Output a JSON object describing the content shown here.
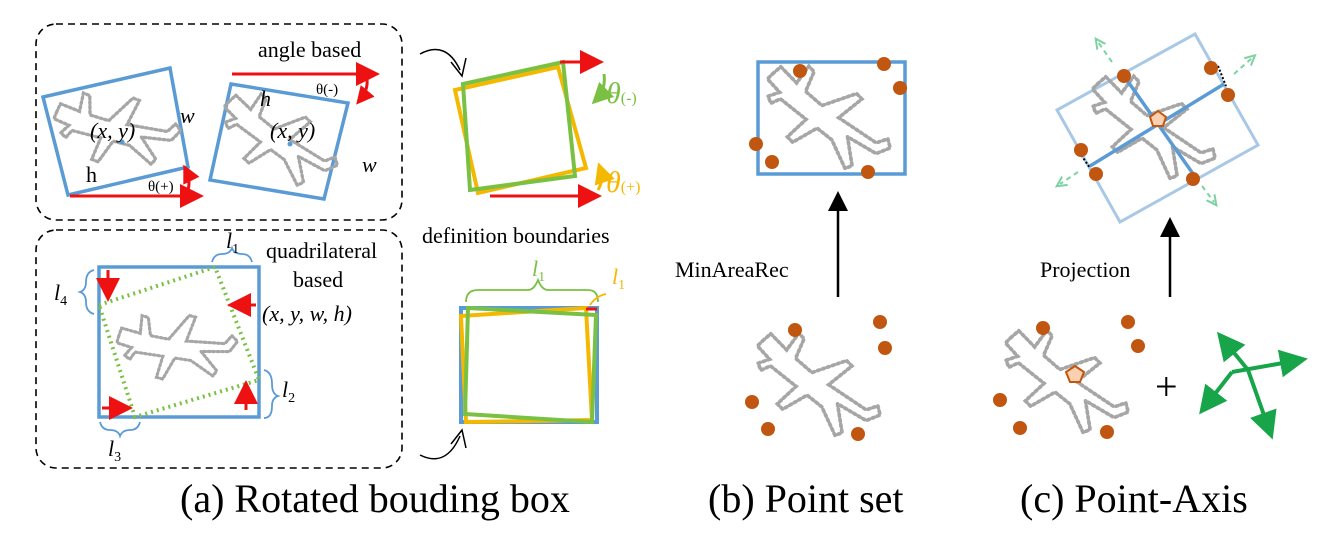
{
  "panel_a": {
    "caption": "(a) Rotated bouding box",
    "angle_based": "angle based",
    "quadrilateral_line1": "quadrilateral",
    "quadrilateral_line2": "based",
    "definition_boundaries": "definition boundaries",
    "xy": "(x, y)",
    "xywh": "(x, y, w, h)",
    "w": "w",
    "h": "h",
    "theta_pos": "θ(+)",
    "theta_neg": "θ(-)",
    "theta_big_neg": "θ",
    "theta_big_neg_sub": "(-)",
    "theta_big_pos": "θ",
    "theta_big_pos_sub": "(+)",
    "l1": "l",
    "l2": "l",
    "l3": "l",
    "l4": "l",
    "sub1": "1",
    "sub2": "2",
    "sub3": "3",
    "sub4": "4"
  },
  "panel_b": {
    "caption": "(b) Point set",
    "arrow_label": "MinAreaRec"
  },
  "panel_c": {
    "caption": "(c) Point-Axis",
    "arrow_label": "Projection",
    "plus": "+"
  },
  "colors": {
    "blue": "#5b9bd5",
    "light_blue": "#a9c8e6",
    "red": "#ee1111",
    "green": "#7ac143",
    "orange": "#f5b800",
    "dark_green": "#18a54a",
    "point": "#c0560f",
    "axis_arrow": "#7dd3a0",
    "plane": "#a6a6a6"
  }
}
